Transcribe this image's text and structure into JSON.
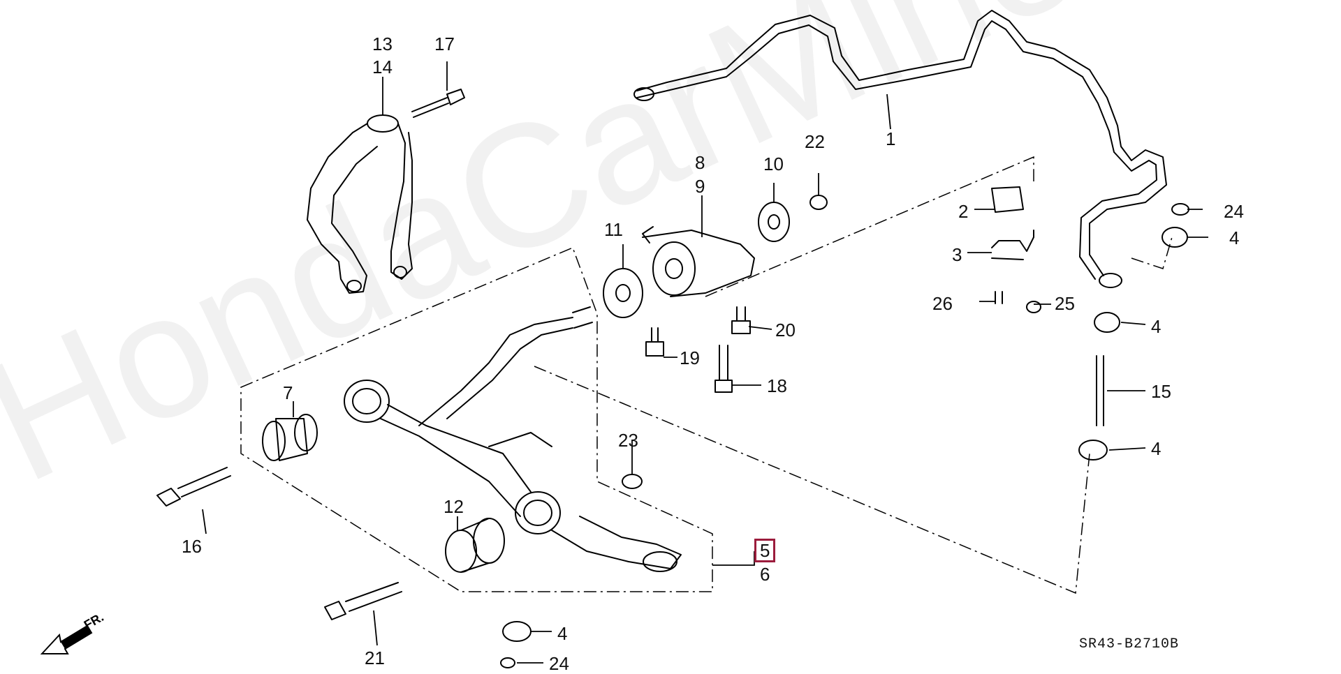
{
  "watermark": "HondaCarMine.ru",
  "diagram_code": "SR43-B2710B",
  "front_indicator": "FR.",
  "highlight_color": "#9b1c3c",
  "callouts": {
    "c1": "1",
    "c2": "2",
    "c3": "3",
    "c4a": "4",
    "c4b": "4",
    "c4c": "4",
    "c4d": "4",
    "c5": "5",
    "c6": "6",
    "c7": "7",
    "c8": "8",
    "c9": "9",
    "c10": "10",
    "c11": "11",
    "c12": "12",
    "c13": "13",
    "c14": "14",
    "c15": "15",
    "c16": "16",
    "c17": "17",
    "c18": "18",
    "c19": "19",
    "c20": "20",
    "c21": "21",
    "c22": "22",
    "c23": "23",
    "c24a": "24",
    "c24b": "24",
    "c25": "25",
    "c26": "26"
  }
}
